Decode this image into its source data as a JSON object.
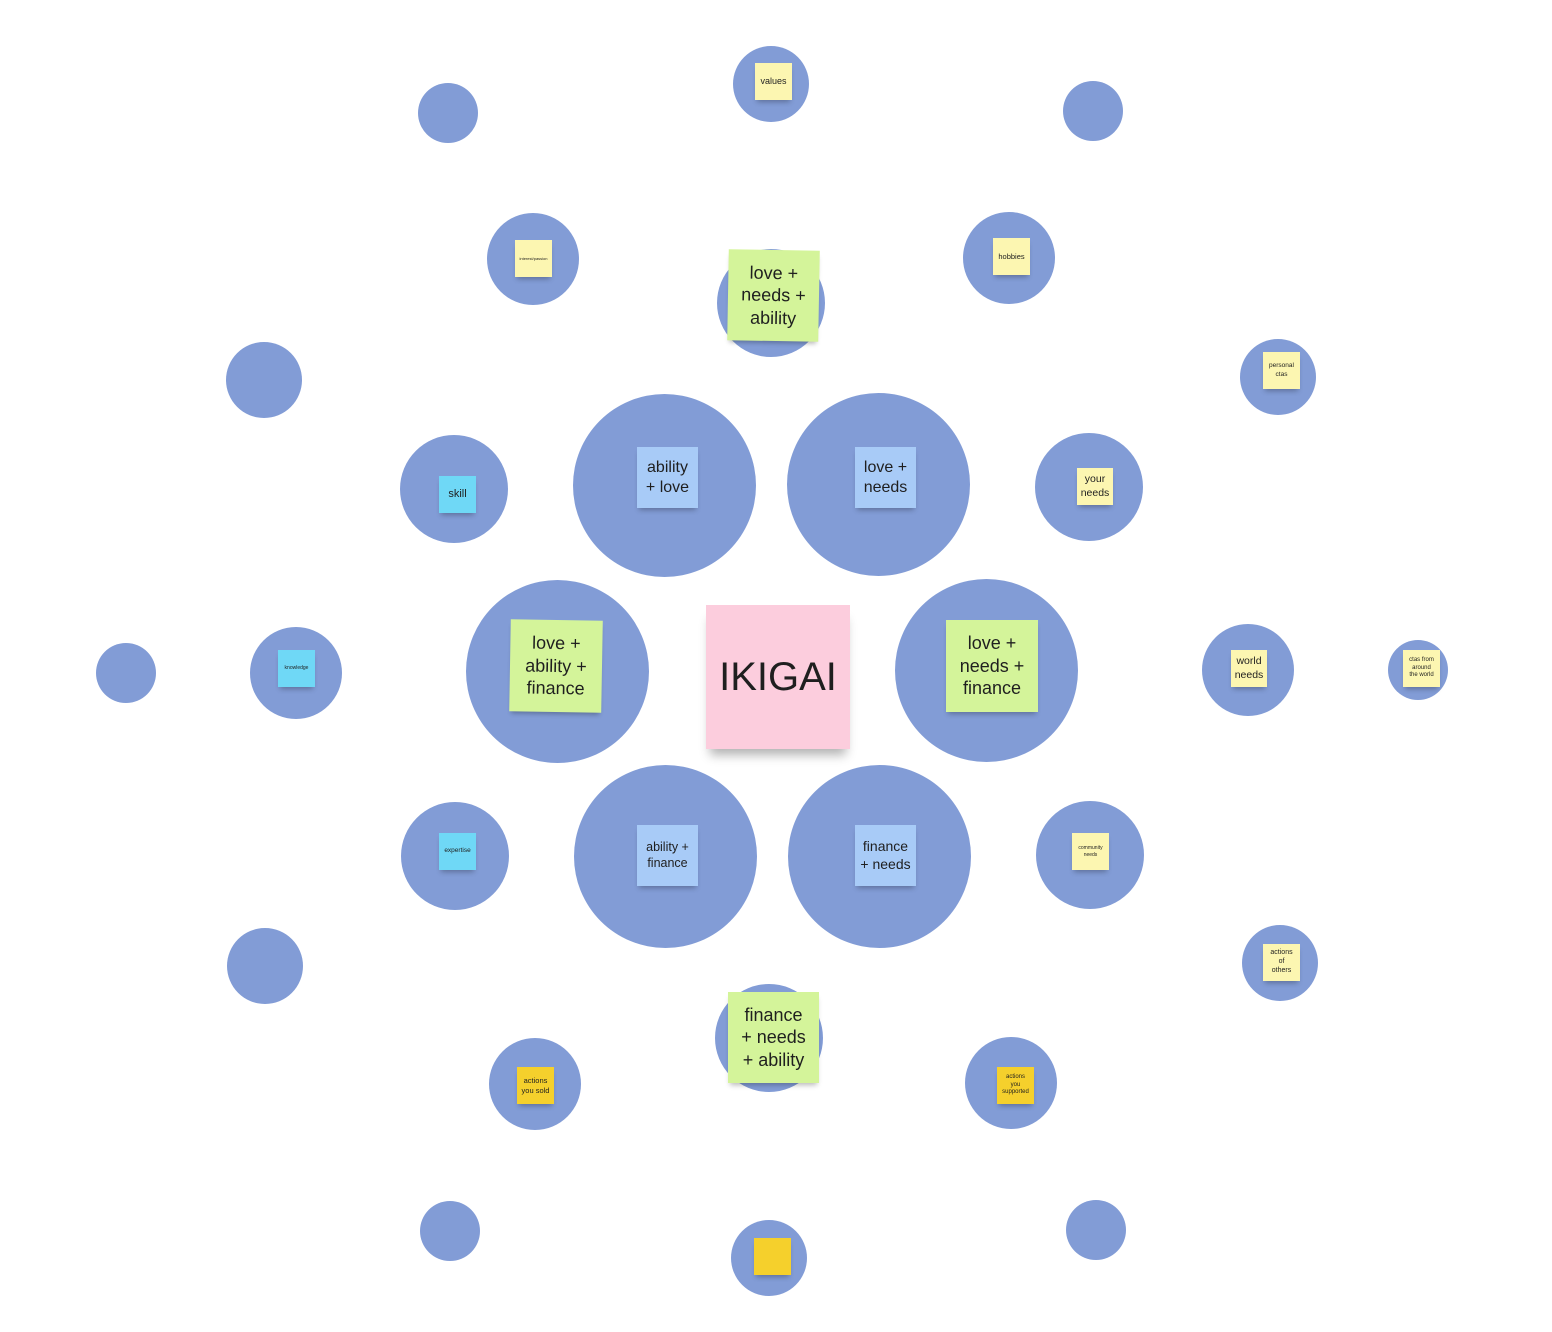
{
  "board": {
    "colors": {
      "circle": "#829cd6",
      "note_yellow": "#fcf6b1",
      "note_gold": "#f5d02c",
      "note_cyan": "#6fd8f6",
      "note_blue": "#a8cbf7",
      "note_green": "#d4f49a",
      "note_pink": "#fccddd"
    },
    "center_label": "IKIGAI",
    "pair_notes": {
      "ability_love": "ability\n+  love",
      "love_needs": "love +\nneeds",
      "ability_finance": "ability +\nfinance",
      "finance_needs": "finance\n+ needs"
    },
    "triple_notes": {
      "love_ability_finance": "love +\nability +\nfinance",
      "love_needs_finance": "love +\nneeds +\nfinance",
      "love_needs_ability": "love +\nneeds +\nability",
      "finance_needs_ability": "finance\n+  needs\n+ ability"
    },
    "love_notes": {
      "values": "values",
      "interest": "interest/passion",
      "hobbies": "hobbies"
    },
    "ability_notes": {
      "skill": "skill",
      "knowledge": "knowledge",
      "expertise": "expertise"
    },
    "needs_notes": {
      "personal_ctas": "personal\nctas",
      "your_needs": "your\nneeds",
      "world_needs": "world\nneeds",
      "ctas_world": "ctas from\naround\nthe world",
      "community_needs": "community\nneeds",
      "actions_others": "actions\nof\nothers"
    },
    "finance_notes": {
      "actions_sold": "actions\nyou sold",
      "actions_supported": "actions\nyou\nsupported",
      "blank": ""
    }
  }
}
